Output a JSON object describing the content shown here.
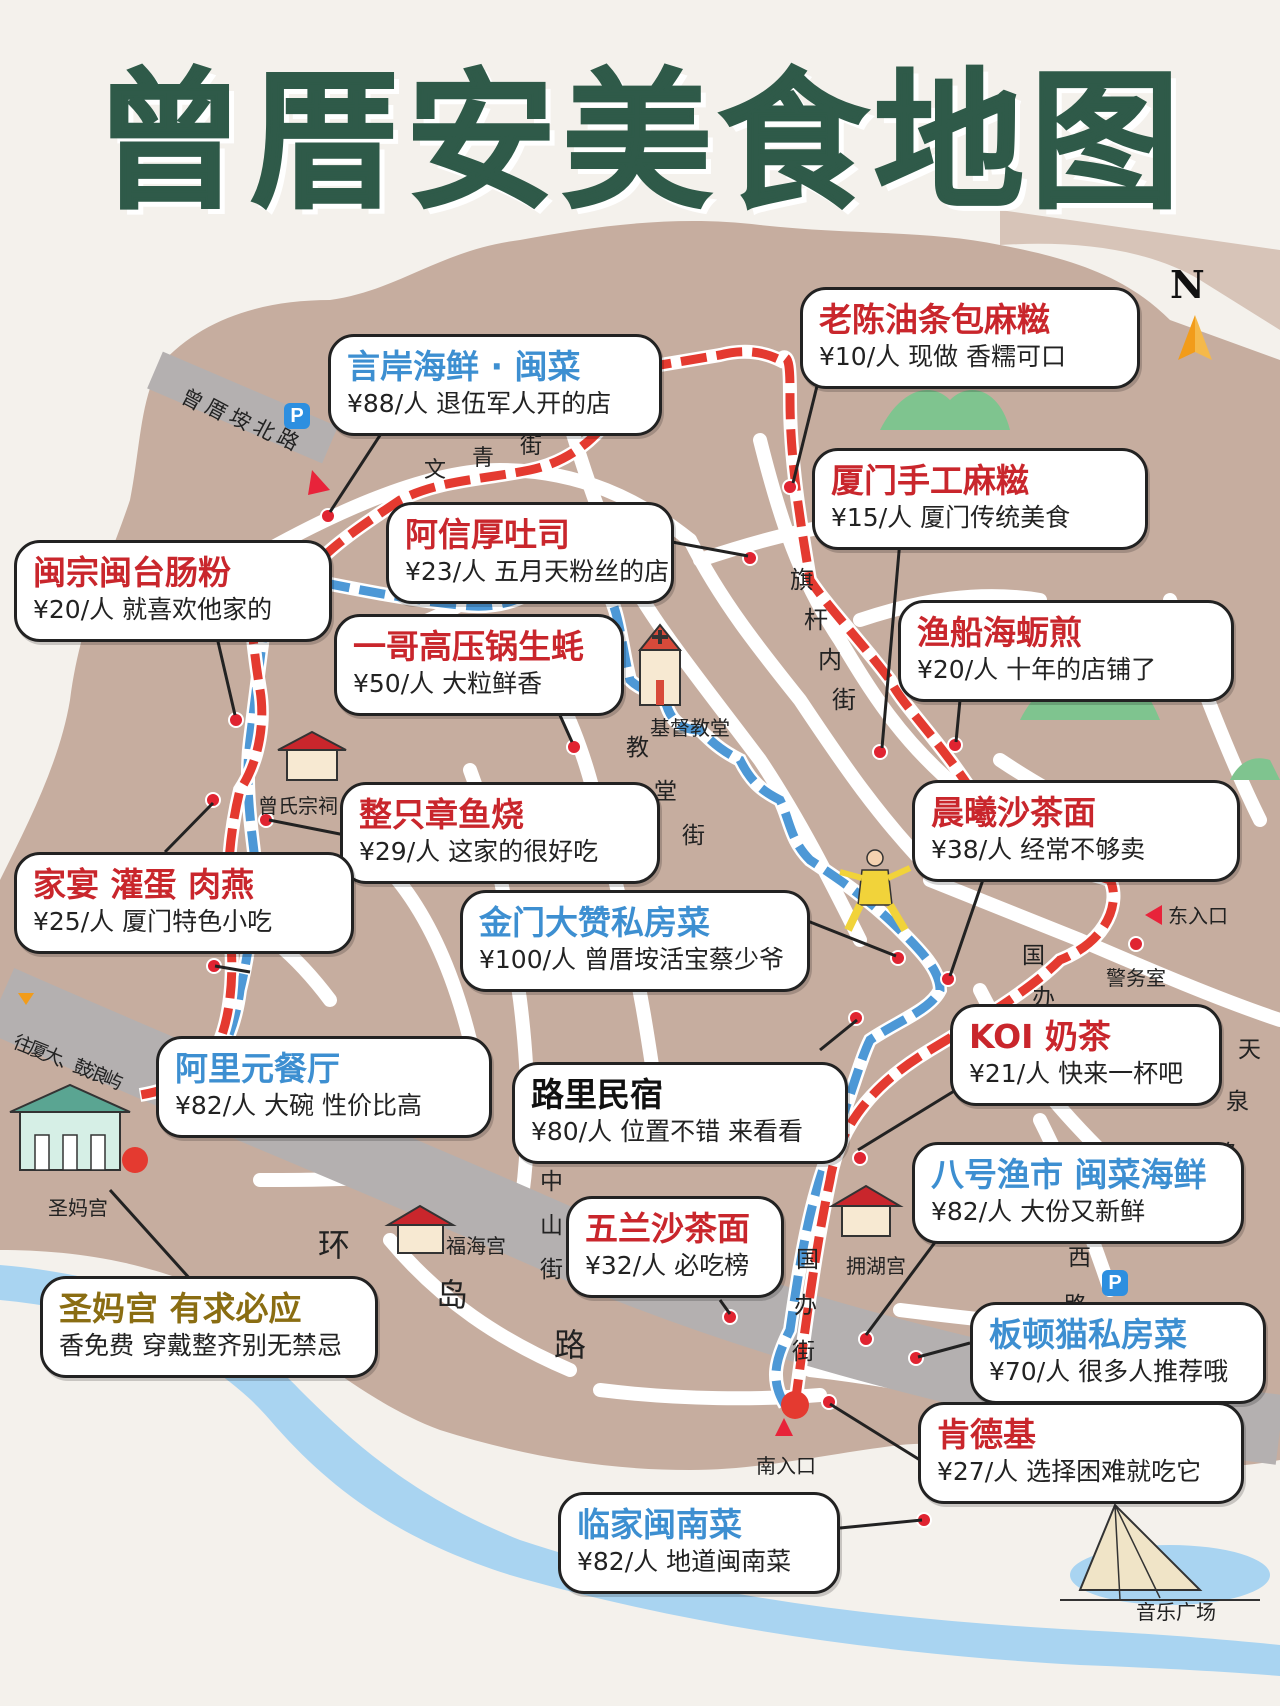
{
  "title": "曾厝安美食地图",
  "compass_label": "N",
  "parking_label": "P",
  "colors": {
    "title_green": "#2f5a49",
    "red_route": "#e43a30",
    "blue_route": "#4d98d6",
    "land": "#c6ad9f",
    "road": "#ffffff",
    "main_road": "#b4b0b0",
    "water": "#a9d4f1",
    "background": "#f4f1ec"
  },
  "roads": {
    "north_road": "曾厝垵北路",
    "wenqing_street": "文青街",
    "qigan_street": "旗杆内街",
    "jiaotang_street": "教堂街",
    "guoban_east": "国办街",
    "tianquan_road": "天泉路",
    "zhongshan_street": "中山街",
    "guoban_south": "国办街",
    "xi_road": "西路",
    "huandao_road": "环岛路",
    "to_xiada": "往厦大、鼓浪屿"
  },
  "landmarks": {
    "church": "基督教堂",
    "zeng_temple": "曾氏宗祠",
    "east_entrance": "东入口",
    "police": "警务室",
    "fuhai_temple": "福海宫",
    "yonghu_temple": "拥湖宫",
    "shengma_temple": "圣妈宫",
    "south_entrance": "南入口",
    "music_square": "音乐广场"
  },
  "places": [
    {
      "name": "言岸海鲜 · 闽菜",
      "desc": "¥88/人 退伍军人开的店",
      "style": "blue"
    },
    {
      "name": "老陈油条包麻糍",
      "desc": "¥10/人 现做 香糯可口",
      "style": "red"
    },
    {
      "name": "厦门手工麻糍",
      "desc": "¥15/人 厦门传统美食",
      "style": "red"
    },
    {
      "name": "阿信厚吐司",
      "desc": "¥23/人 五月天粉丝的店",
      "style": "red"
    },
    {
      "name": "闽宗闽台肠粉",
      "desc": "¥20/人 就喜欢他家的",
      "style": "red"
    },
    {
      "name": "一哥高压锅生蚝",
      "desc": "¥50/人 大粒鲜香",
      "style": "red"
    },
    {
      "name": "渔船海蛎煎",
      "desc": "¥20/人 十年的店铺了",
      "style": "red"
    },
    {
      "name": "整只章鱼烧",
      "desc": "¥29/人 这家的很好吃",
      "style": "red"
    },
    {
      "name": "晨曦沙茶面",
      "desc": "¥38/人 经常不够卖",
      "style": "red"
    },
    {
      "name": "家宴 灌蛋 肉燕",
      "desc": "¥25/人 厦门特色小吃",
      "style": "red"
    },
    {
      "name": "金门大赞私房菜",
      "desc": "¥100/人 曾厝垵活宝蔡少爷",
      "style": "blue"
    },
    {
      "name": "KOI 奶茶",
      "desc": "¥21/人 快来一杯吧",
      "style": "red"
    },
    {
      "name": "阿里元餐厅",
      "desc": "¥82/人 大碗 性价比高",
      "style": "blue"
    },
    {
      "name": "路里民宿",
      "desc": "¥80/人 位置不错 来看看",
      "style": "black"
    },
    {
      "name": "八号渔市 闽菜海鲜",
      "desc": "¥82/人 大份又新鲜",
      "style": "blue"
    },
    {
      "name": "五兰沙茶面",
      "desc": "¥32/人 必吃榜",
      "style": "red"
    },
    {
      "name": "圣妈宫 有求必应",
      "desc": "香免费 穿戴整齐别无禁忌",
      "style": "gold"
    },
    {
      "name": "板顿猫私房菜",
      "desc": "¥70/人 很多人推荐哦",
      "style": "blue"
    },
    {
      "name": "肯德基",
      "desc": "¥27/人 选择困难就吃它",
      "style": "red"
    },
    {
      "name": "临家闽南菜",
      "desc": "¥82/人 地道闽南菜",
      "style": "blue"
    }
  ]
}
